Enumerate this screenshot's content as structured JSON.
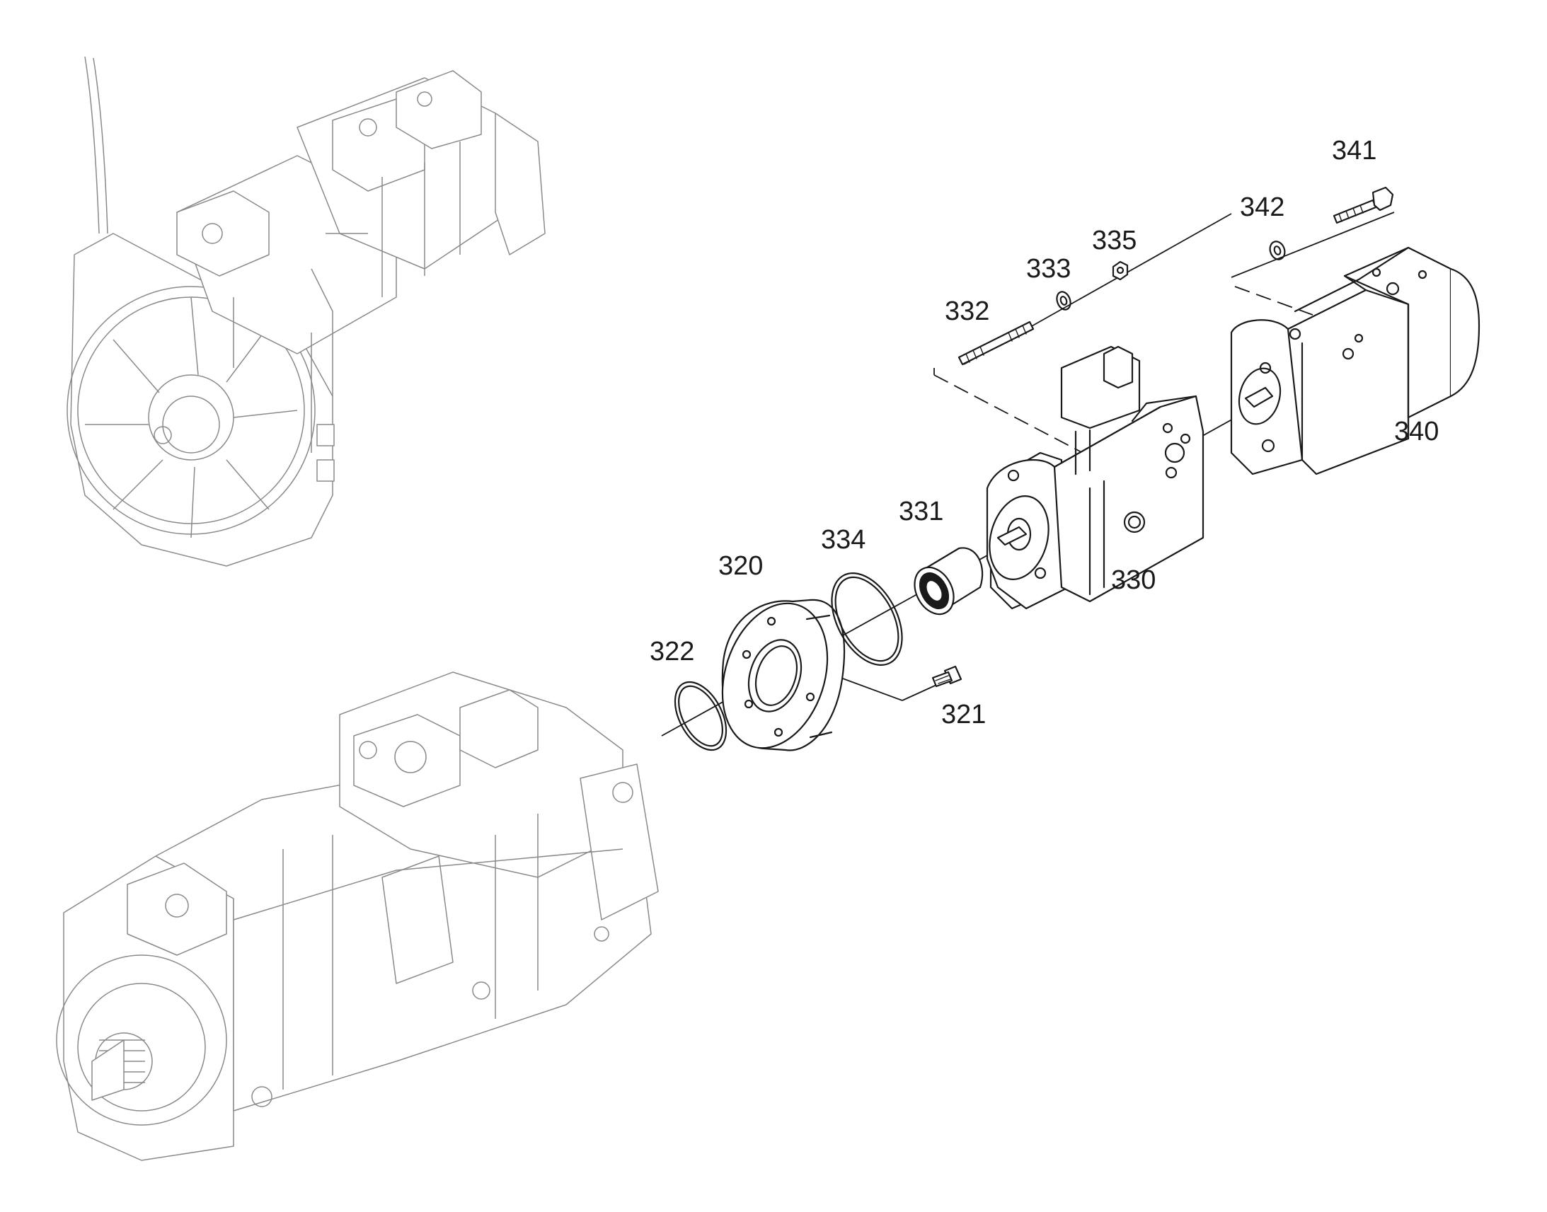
{
  "diagram": {
    "type": "exploded-parts-view",
    "callouts": {
      "p320": "320",
      "p321": "321",
      "p322": "322",
      "p330": "330",
      "p331": "331",
      "p332": "332",
      "p333": "333",
      "p334": "334",
      "p335": "335",
      "p340": "340",
      "p341": "341",
      "p342": "342"
    },
    "colors": {
      "line": "#1a1a1a",
      "context": "#8a8a8a",
      "background": "#ffffff"
    }
  }
}
